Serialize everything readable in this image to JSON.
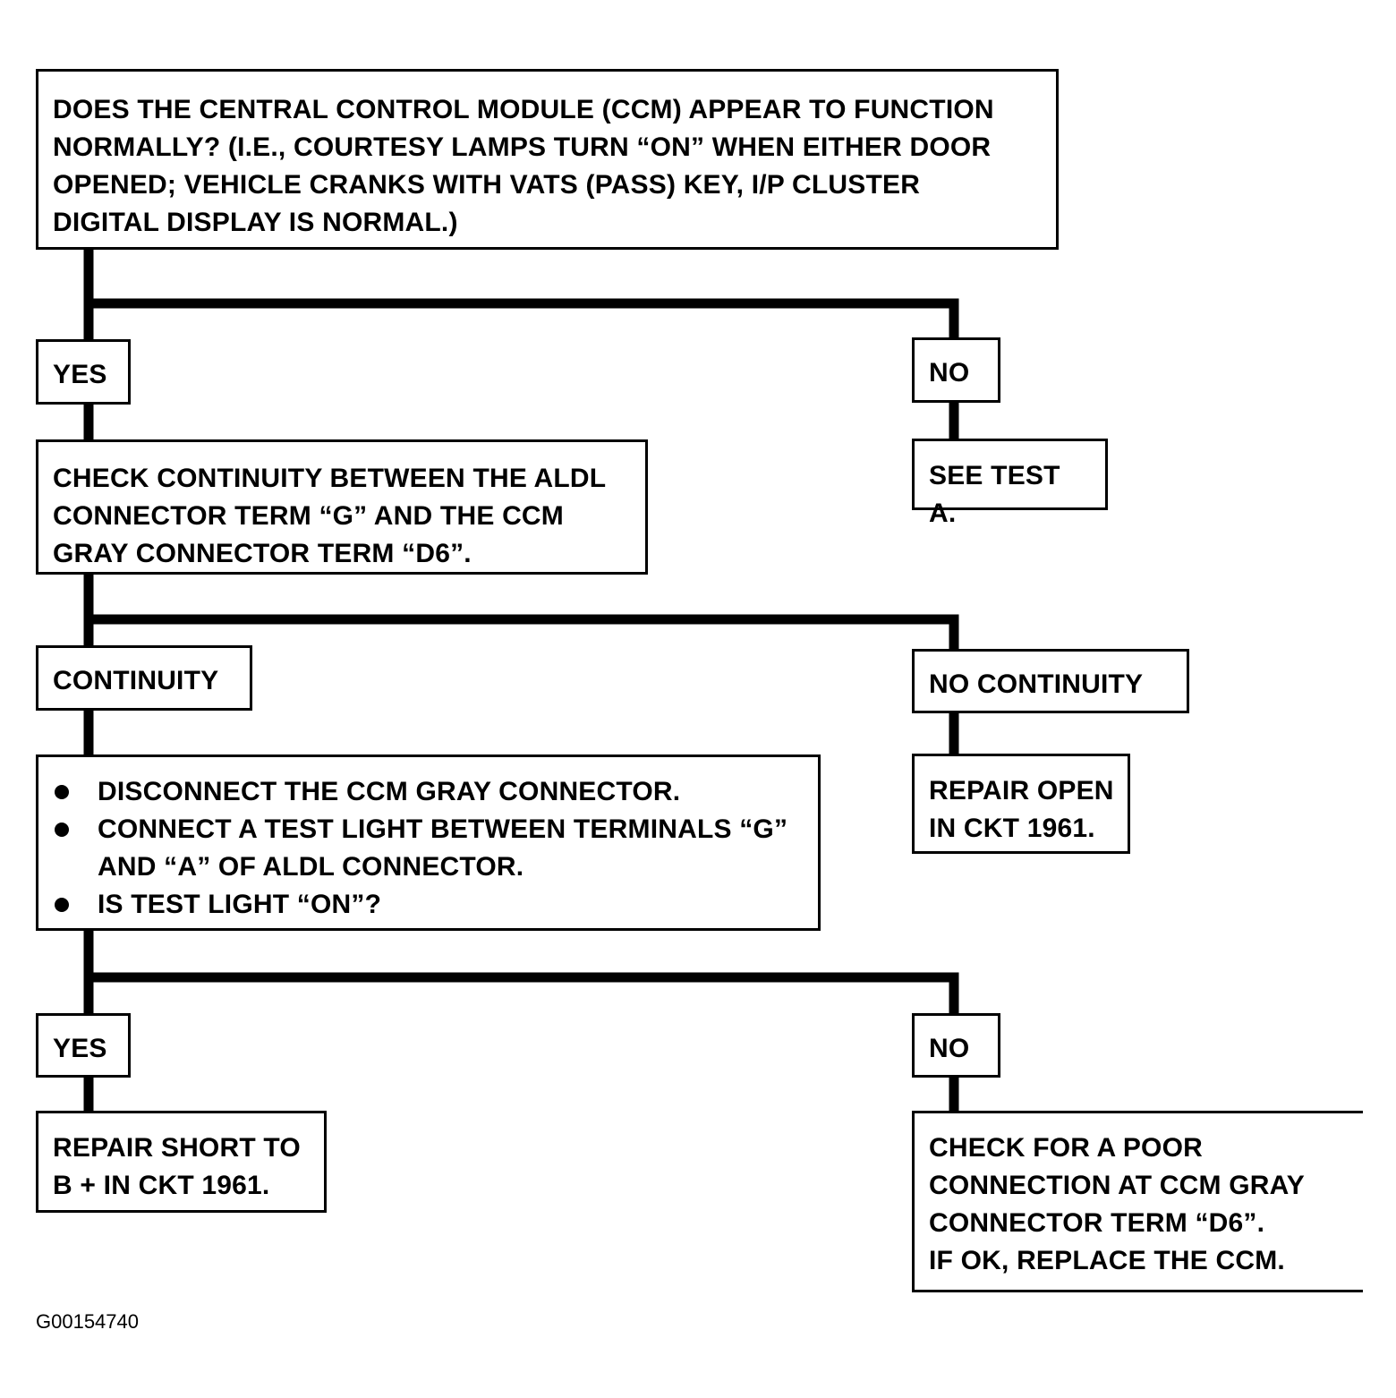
{
  "question1": {
    "lines": [
      "DOES THE CENTRAL CONTROL MODULE (CCM) APPEAR TO FUNCTION",
      "NORMALLY?  (I.E., COURTESY LAMPS TURN “ON” WHEN EITHER DOOR",
      "OPENED; VEHICLE CRANKS WITH VATS (PASS) KEY, I/P CLUSTER",
      "DIGITAL DISPLAY IS NORMAL.)"
    ]
  },
  "branch1": {
    "yes_label": "YES",
    "no_label": "NO",
    "no_action": "SEE  TEST  A.",
    "yes_action": {
      "lines": [
        "CHECK CONTINUITY BETWEEN THE ALDL",
        "CONNECTOR TERM “G”  AND THE CCM",
        "GRAY CONNECTOR TERM “D6”."
      ]
    }
  },
  "branch2": {
    "yes_label": "CONTINUITY",
    "no_label": "NO CONTINUITY",
    "no_action": {
      "lines": [
        "REPAIR OPEN",
        "IN CKT 1961."
      ]
    },
    "yes_action": {
      "bullets": [
        "DISCONNECT THE CCM GRAY CONNECTOR.",
        "CONNECT A TEST LIGHT BETWEEN TERMINALS “G” AND “A”  OF ALDL CONNECTOR.",
        "IS TEST LIGHT “ON”?"
      ]
    }
  },
  "branch3": {
    "yes_label": "YES",
    "no_label": "NO",
    "yes_action": {
      "lines": [
        "REPAIR SHORT TO",
        "B +  IN CKT 1961."
      ]
    },
    "no_action": {
      "lines": [
        "CHECK FOR A POOR",
        "CONNECTION AT CCM GRAY",
        "CONNECTOR TERM “D6”.",
        "IF OK, REPLACE THE CCM."
      ]
    }
  },
  "figure_code": "G00154740"
}
